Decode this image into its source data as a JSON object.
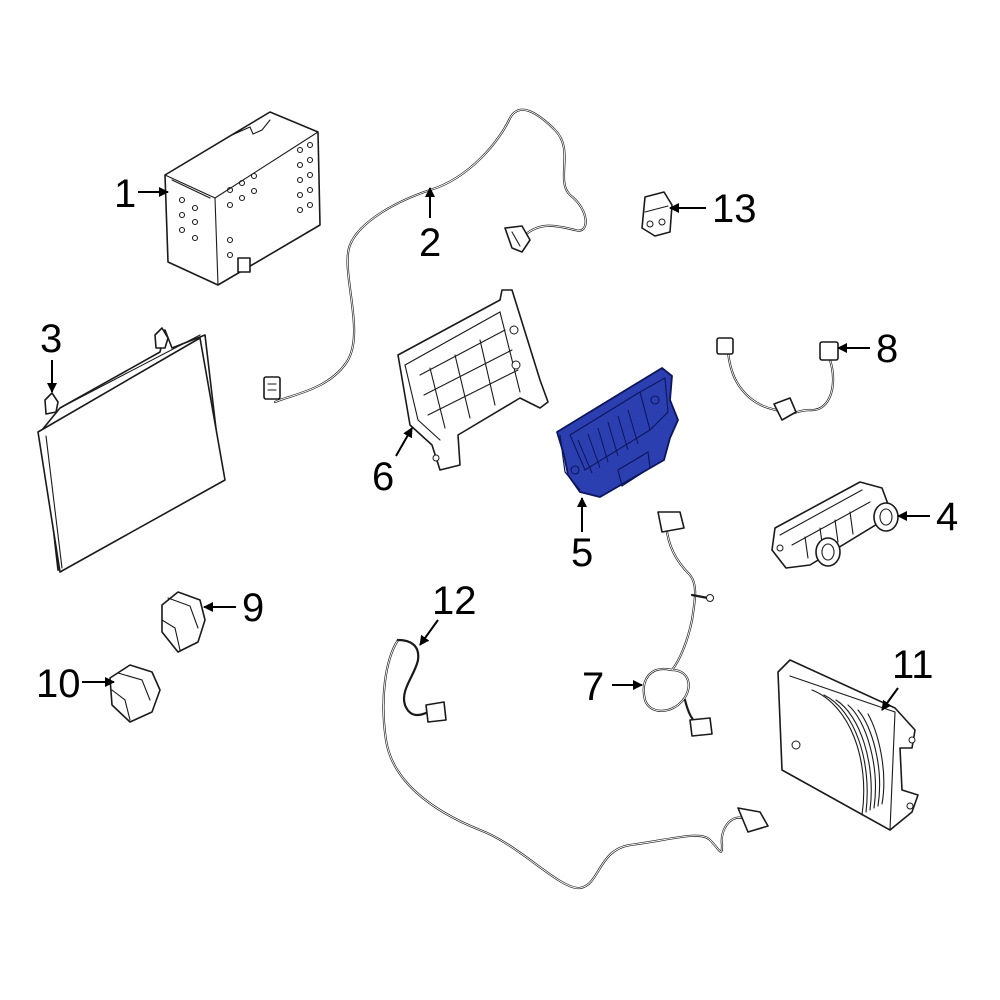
{
  "highlight_color": "#2b3fb0",
  "line_color": "#1a1a1a",
  "callouts": [
    {
      "id": "1",
      "text": "1"
    },
    {
      "id": "2",
      "text": "2"
    },
    {
      "id": "3",
      "text": "3"
    },
    {
      "id": "4",
      "text": "4"
    },
    {
      "id": "5",
      "text": "5"
    },
    {
      "id": "6",
      "text": "6"
    },
    {
      "id": "7",
      "text": "7"
    },
    {
      "id": "8",
      "text": "8"
    },
    {
      "id": "9",
      "text": "9"
    },
    {
      "id": "10",
      "text": "10"
    },
    {
      "id": "11",
      "text": "11"
    },
    {
      "id": "12",
      "text": "12"
    },
    {
      "id": "13",
      "text": "13"
    }
  ],
  "highlighted_part": "5"
}
